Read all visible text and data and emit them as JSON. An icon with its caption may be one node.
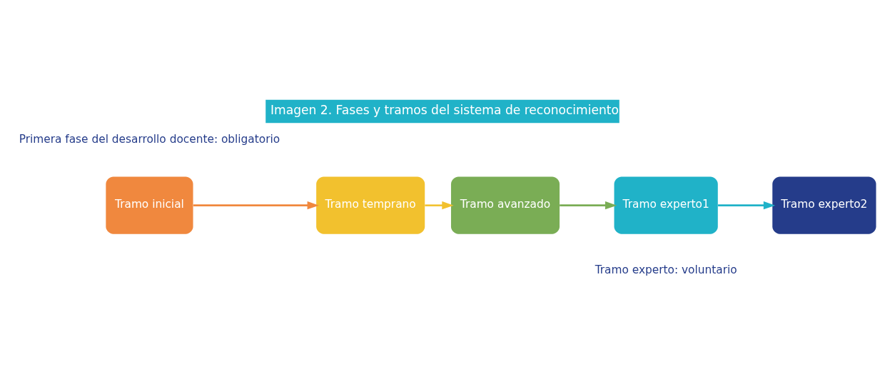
{
  "diagram": {
    "title": "Imagen 2. Fases y tramos del sistema de reconocimiento",
    "nodes": [
      {
        "text": [
          "Tramo inicial"
        ]
      },
      {
        "text": [
          "Tramo temprano"
        ]
      },
      {
        "text": [
          "Tramo avanzado"
        ]
      },
      {
        "text": [
          "Tramo experto1"
        ]
      },
      {
        "text": [
          "Tramo experto2"
        ]
      }
    ],
    "edges": [
      {
        "from": 0,
        "to": 1,
        "arrow": "to",
        "color": "#f0883e"
      },
      {
        "from": 1,
        "to": 2,
        "arrow": "to",
        "color": "#f2c12e"
      },
      {
        "from": 2,
        "to": 3,
        "arrow": "to",
        "color": "#7aad55"
      },
      {
        "from": 3,
        "to": 4,
        "arrow": "to",
        "color": "#20b2c8"
      }
    ],
    "labels": [
      "Primera fase del desarrollo docente: obligatorio",
      "Tramo experto: voluntario"
    ]
  }
}
